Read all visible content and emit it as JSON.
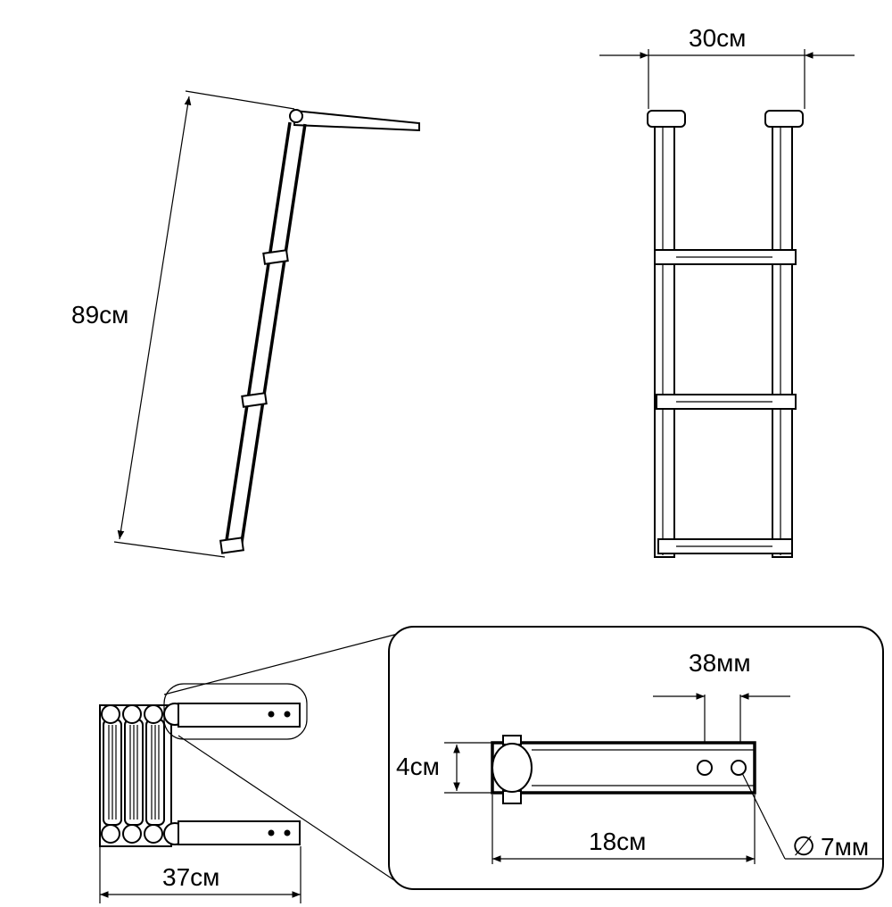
{
  "dimensions": {
    "ladder_length": "89см",
    "ladder_width": "30см",
    "folded_depth": "37см",
    "hole_spacing": "38мм",
    "bracket_height": "4см",
    "bracket_length": "18см",
    "hole_diameter": "7мм",
    "diameter_symbol": "∅"
  }
}
